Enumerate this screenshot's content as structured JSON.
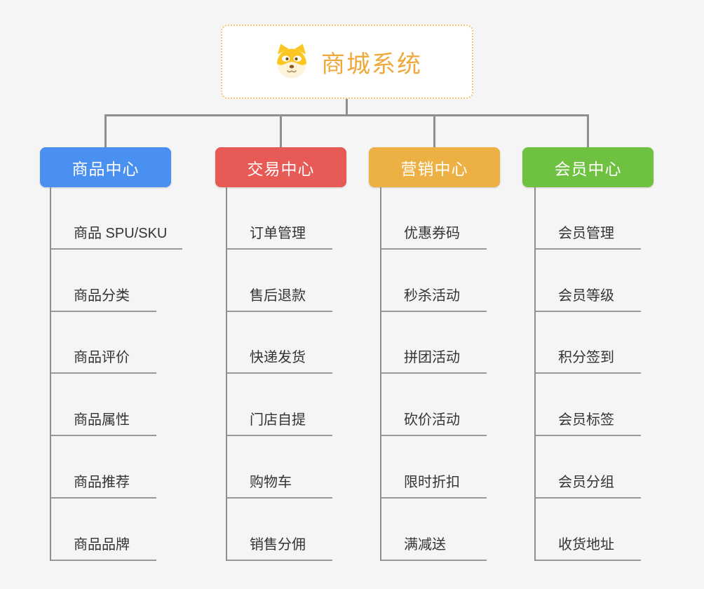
{
  "root": {
    "title": "商城系统",
    "icon": "shiba-dog-icon"
  },
  "branches": [
    {
      "label": "商品中心",
      "color": "#4a90f0",
      "children": [
        "商品 SPU/SKU",
        "商品分类",
        "商品评价",
        "商品属性",
        "商品推荐",
        "商品品牌"
      ]
    },
    {
      "label": "交易中心",
      "color": "#e85a55",
      "children": [
        "订单管理",
        "售后退款",
        "快递发货",
        "门店自提",
        "购物车",
        "销售分佣"
      ]
    },
    {
      "label": "营销中心",
      "color": "#edb044",
      "children": [
        "优惠券码",
        "秒杀活动",
        "拼团活动",
        "砍价活动",
        "限时折扣",
        "满减送"
      ]
    },
    {
      "label": "会员中心",
      "color": "#6fc142",
      "children": [
        "会员管理",
        "会员等级",
        "积分签到",
        "会员标签",
        "会员分组",
        "收货地址"
      ]
    }
  ],
  "colors": {
    "background": "#f5f5f5",
    "root_text": "#efa83c",
    "root_border": "#f3c779",
    "connector": "#8f8f8f",
    "leaf_underline": "#999999",
    "leaf_text": "#333333"
  }
}
